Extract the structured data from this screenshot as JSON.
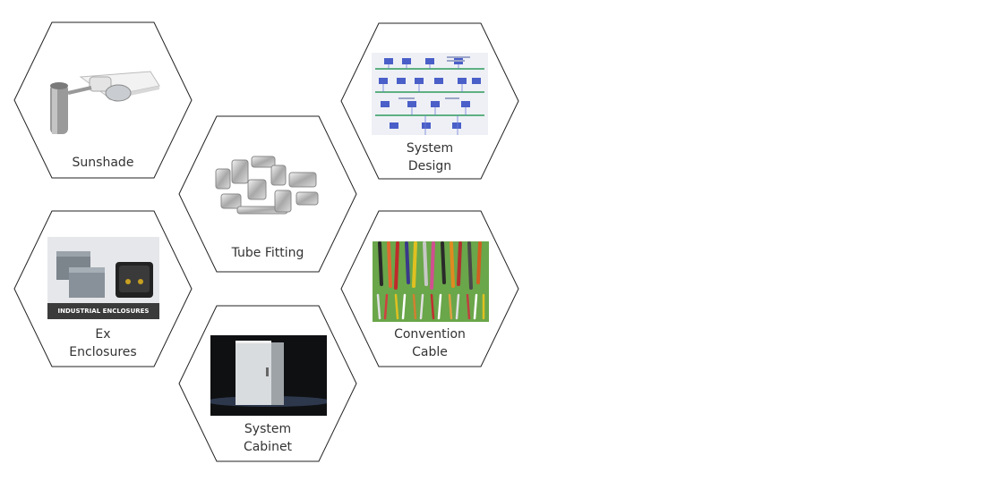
{
  "colors": {
    "hex_border": "#222222",
    "caption_text": "#333333",
    "background": "#ffffff"
  },
  "tiles": [
    {
      "id": "sunshade",
      "label": "Sunshade",
      "image_icon": "sunshade-product-image"
    },
    {
      "id": "tube",
      "label": "Tube Fitting",
      "image_icon": "tube-fitting-product-image"
    },
    {
      "id": "cabinet",
      "label": "System\nCabinet",
      "image_icon": "system-cabinet-product-image"
    },
    {
      "id": "enclosures",
      "label": "Ex\nEnclosures",
      "image_icon": "ex-enclosures-product-image",
      "image_text": "INDUSTRIAL ENCLOSURES"
    },
    {
      "id": "design",
      "label": "System\nDesign",
      "image_icon": "system-design-diagram-image"
    },
    {
      "id": "cable",
      "label": "Convention\nCable",
      "image_icon": "convention-cable-product-image"
    }
  ]
}
